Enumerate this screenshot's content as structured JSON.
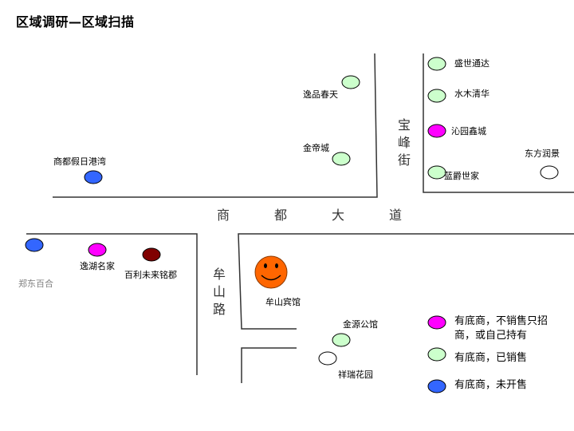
{
  "title": "区域调研—区域扫描",
  "colors": {
    "green": "#ccffcc",
    "magenta": "#ff00ff",
    "blue": "#3366ff",
    "darkred": "#800000",
    "white": "#ffffff",
    "smiley": "#ff6600"
  },
  "places": {
    "yipin": "逸品春天",
    "jindi": "金帝城",
    "shengshi": "盛世通达",
    "shuimu": "水木清华",
    "qinyuan": "沁园鑫城",
    "lanjue": "蓝爵世家",
    "dongfang": "东方润景",
    "shangdu_jiari": "商都假日港湾",
    "zhengdong": "郑东百合",
    "yihu": "逸湖名家",
    "baili": "百利未来铭郡",
    "moushan_hotel": "牟山宾馆",
    "jinyuan": "金源公馆",
    "xiangrui": "祥瑞花园"
  },
  "roads": {
    "shangdu": [
      "商",
      "都",
      "大",
      "道"
    ],
    "baofeng": [
      "宝",
      "峰",
      "街"
    ],
    "moushan": [
      "牟",
      "山",
      "路"
    ]
  },
  "legend": [
    {
      "color": "magenta",
      "line1": "有底商，不销售只招",
      "line2": "商，或自己持有"
    },
    {
      "color": "green",
      "line1": "有底商，已销售"
    },
    {
      "color": "blue",
      "line1": "有底商，未开售"
    }
  ]
}
